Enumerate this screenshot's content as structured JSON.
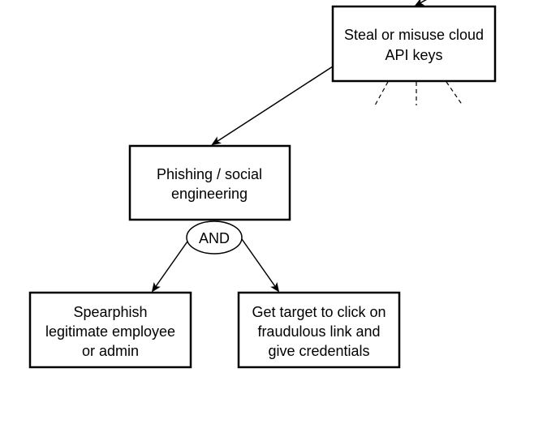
{
  "diagram": {
    "type": "attack-tree",
    "nodes": {
      "steal_keys": {
        "line1": "Steal or misuse cloud",
        "line2": "API keys"
      },
      "phishing": {
        "line1": "Phishing / social",
        "line2": "engineering"
      },
      "and_gate": {
        "label": "AND"
      },
      "spearphish": {
        "line1": "Spearphish",
        "line2": "legitimate employee",
        "line3": "or admin"
      },
      "click_link": {
        "line1": "Get target to click on",
        "line2": "fraudulous link and",
        "line3": "give credentials"
      }
    },
    "edges": [
      {
        "from": "parent",
        "to": "steal_keys",
        "type": "arrow"
      },
      {
        "from": "steal_keys",
        "to": "phishing",
        "type": "arrow"
      },
      {
        "from": "and_gate",
        "to": "spearphish",
        "type": "arrow"
      },
      {
        "from": "and_gate",
        "to": "click_link",
        "type": "arrow"
      },
      {
        "from": "steal_keys",
        "to": "elided-children",
        "type": "dashed"
      }
    ],
    "colors": {
      "stroke": "#000000",
      "fill": "#ffffff"
    }
  }
}
